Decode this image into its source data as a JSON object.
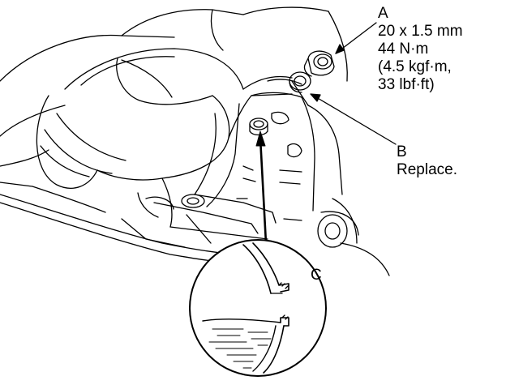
{
  "callouts": {
    "a": {
      "letter": "A",
      "size": "20 x 1.5 mm",
      "torque_nm": "44 N·m",
      "torque_kgfm": "(4.5 kgf·m,",
      "torque_lbfft": "33 lbf·ft)"
    },
    "b": {
      "letter": "B",
      "note": "Replace."
    },
    "c": {
      "letter": "C"
    }
  },
  "colors": {
    "line": "#000000",
    "background": "#ffffff"
  }
}
